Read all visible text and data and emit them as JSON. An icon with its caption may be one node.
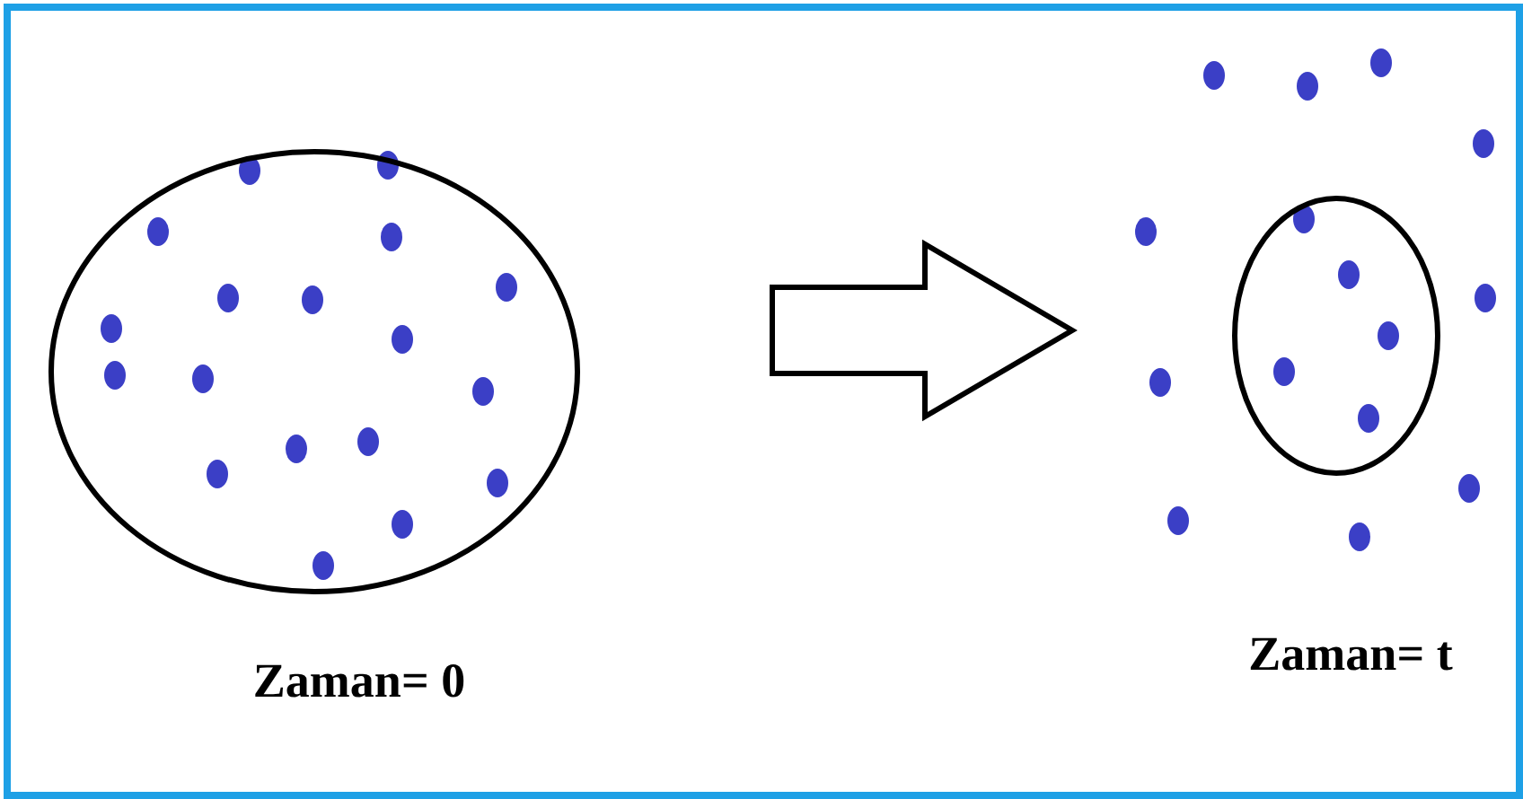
{
  "diagram": {
    "nodes": [
      {
        "text": [],
        "shape": "ellipse",
        "beside": [
          "Zaman= 0"
        ]
      },
      {
        "text": [],
        "shape": "ellipse",
        "beside": [
          "Zaman= t"
        ]
      }
    ],
    "edges": [
      {
        "from": 0,
        "to": 1,
        "arrow": "to",
        "style": "thick"
      }
    ]
  }
}
